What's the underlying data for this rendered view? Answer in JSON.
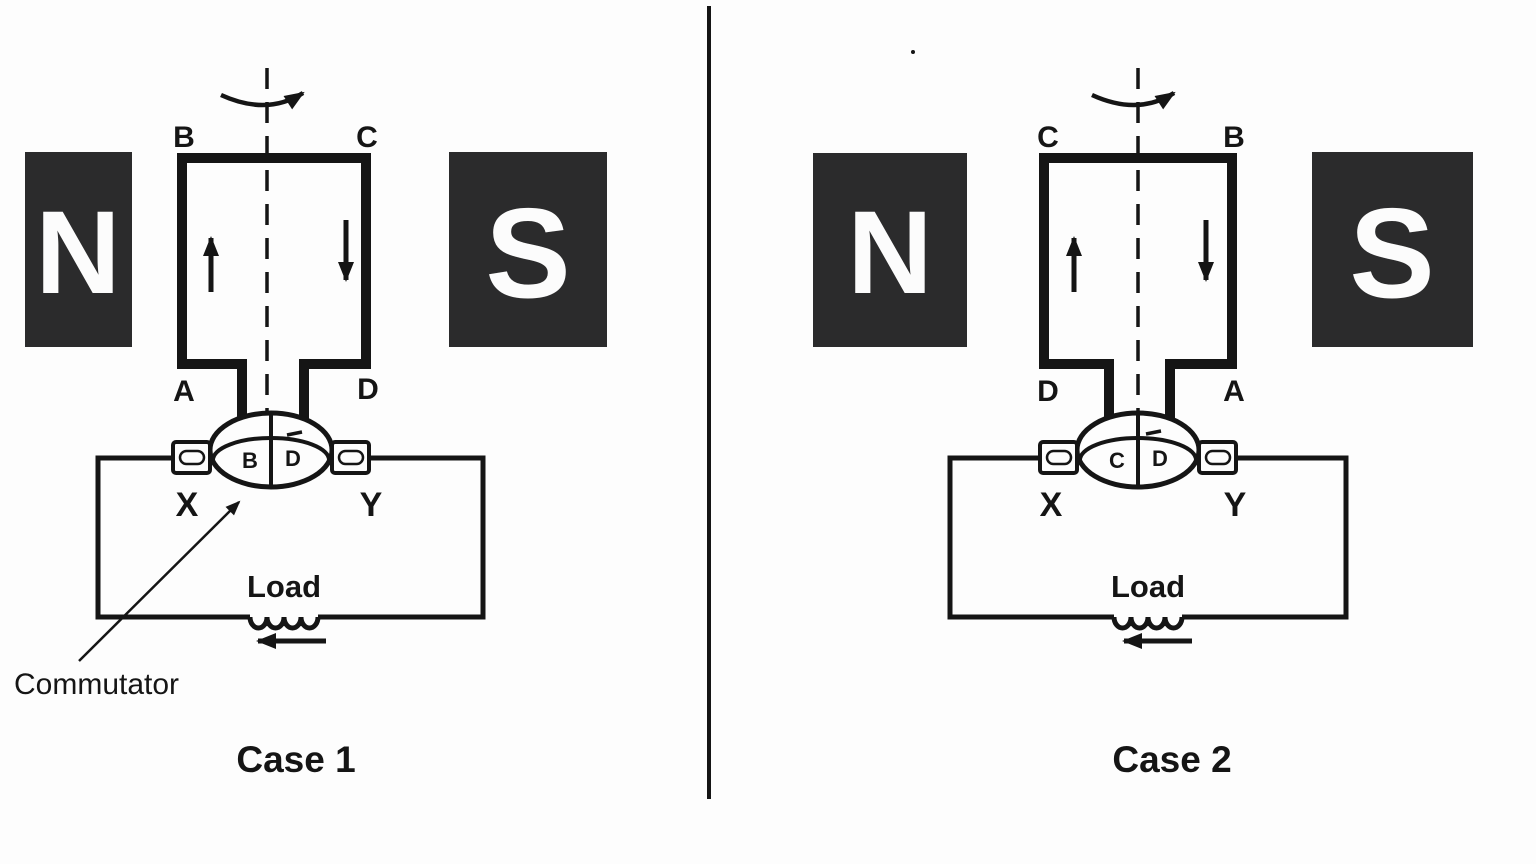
{
  "colors": {
    "ink": "#151515",
    "magnet_fill": "#2b2b2c",
    "background": "#fdfdfd",
    "letter_fill": "#fcfcfc"
  },
  "case1": {
    "caption": "Case 1",
    "magnet_left": "N",
    "magnet_right": "S",
    "coil": {
      "top_left": "B",
      "top_right": "C",
      "bottom_left": "A",
      "bottom_right": "D"
    },
    "commutator": {
      "left_segment": "B",
      "right_segment": "D"
    },
    "brush_left": "X",
    "brush_right": "Y",
    "load_label": "Load",
    "annotation": "Commutator"
  },
  "case2": {
    "caption": "Case 2",
    "magnet_left": "N",
    "magnet_right": "S",
    "coil": {
      "top_left": "C",
      "top_right": "B",
      "bottom_left": "D",
      "bottom_right": "A"
    },
    "commutator": {
      "left_segment": "C",
      "right_segment": "D"
    },
    "brush_left": "X",
    "brush_right": "Y",
    "load_label": "Load"
  }
}
